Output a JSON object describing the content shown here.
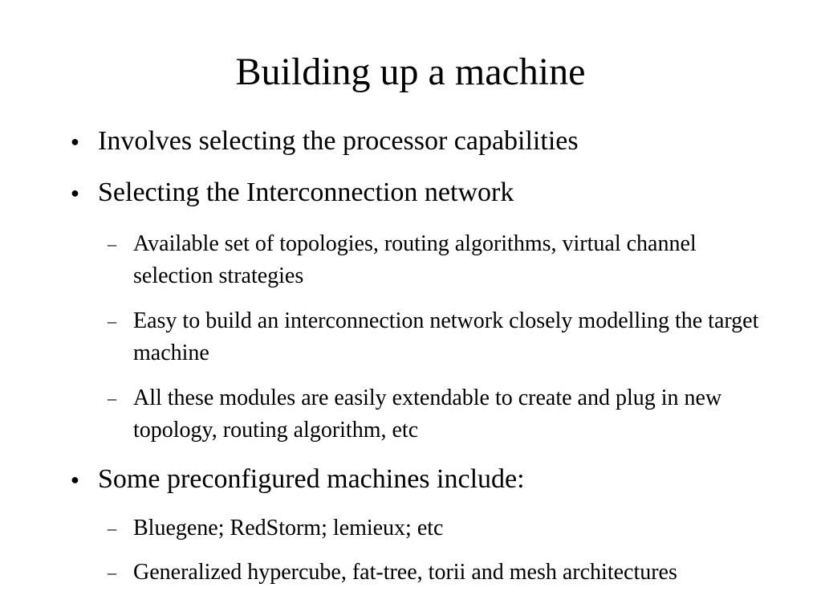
{
  "slide": {
    "title": "Building up a machine",
    "bullets": [
      {
        "marker": "●",
        "text": "Involves selecting the processor capabilities"
      },
      {
        "marker": "●",
        "text": "Selecting the Interconnection network"
      },
      {
        "marker": "–",
        "text": "Available set of topologies, routing algorithms, virtual channel selection strategies"
      },
      {
        "marker": "–",
        "text": "Easy to build an interconnection network closely modelling the target machine"
      },
      {
        "marker": "–",
        "text": "All these modules are easily extendable to create and plug in new topology, routing algorithm, etc"
      },
      {
        "marker": "●",
        "text": "Some preconfigured machines include:"
      },
      {
        "marker": "–",
        "text": "Bluegene; RedStorm; lemieux; etc"
      },
      {
        "marker": "–",
        "text": "Generalized hypercube, fat-tree, torii and mesh architectures"
      }
    ]
  }
}
